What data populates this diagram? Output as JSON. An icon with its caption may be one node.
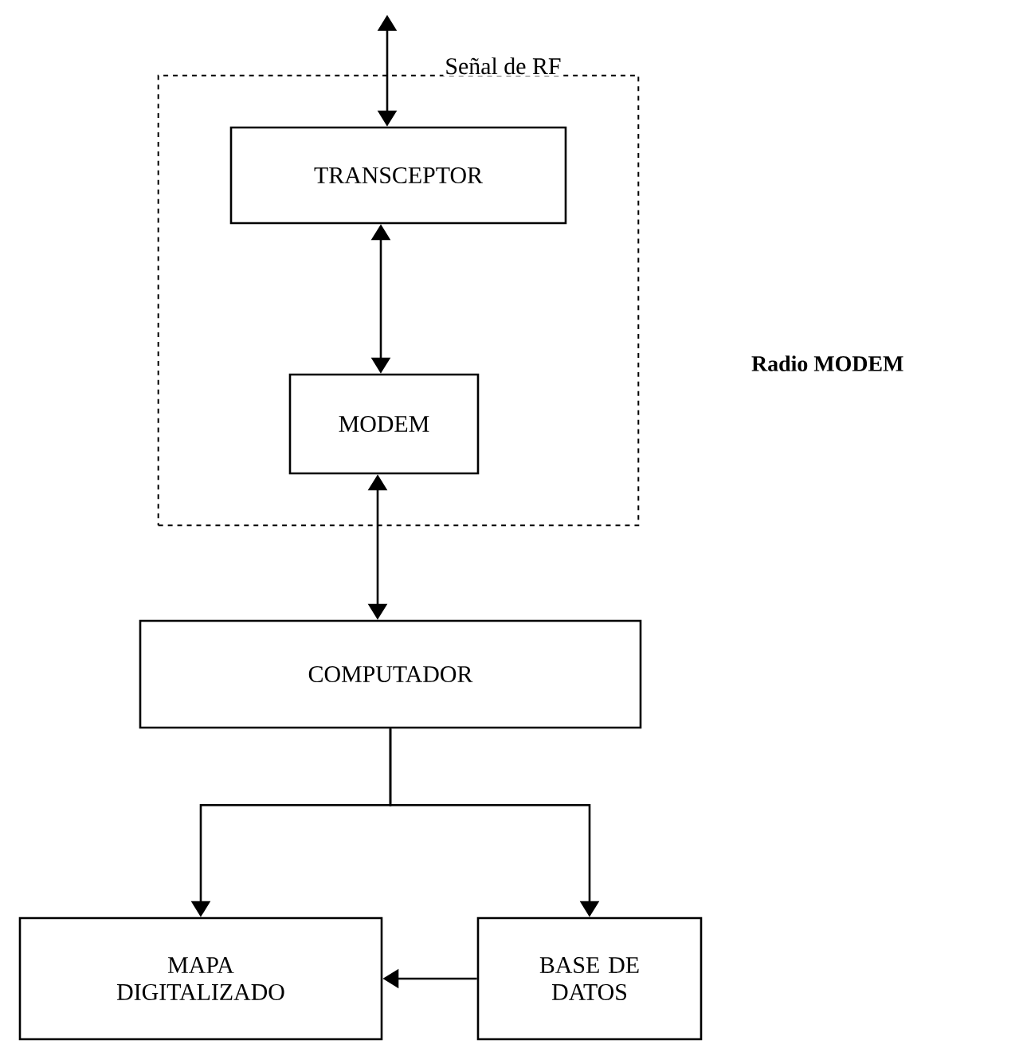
{
  "diagram": {
    "nodes": [
      {
        "text": [],
        "shape": "box"
      },
      {
        "text": [
          "TRANSCEPTOR"
        ],
        "in": 0
      },
      {
        "text": [
          "MODEM"
        ],
        "in": 0
      },
      {
        "text": [
          "COMPUTADOR"
        ]
      },
      {
        "text": [
          "MAPA DIGITALIZADO"
        ]
      },
      {
        "text": [
          "BASE DE DATOS"
        ]
      }
    ],
    "edges": [
      {
        "from": null,
        "to": 1,
        "arrow": "both",
        "label": "Señal de RF"
      },
      {
        "from": 1,
        "to": 2,
        "arrow": "both"
      },
      {
        "from": 2,
        "to": 3,
        "arrow": "both"
      },
      {
        "from": 3,
        "to": 4,
        "arrow": "to"
      },
      {
        "from": 3,
        "to": 5,
        "arrow": "to"
      },
      {
        "from": 5,
        "to": 4,
        "arrow": "to"
      }
    ],
    "labels": [
      "Radio MODEM"
    ]
  }
}
